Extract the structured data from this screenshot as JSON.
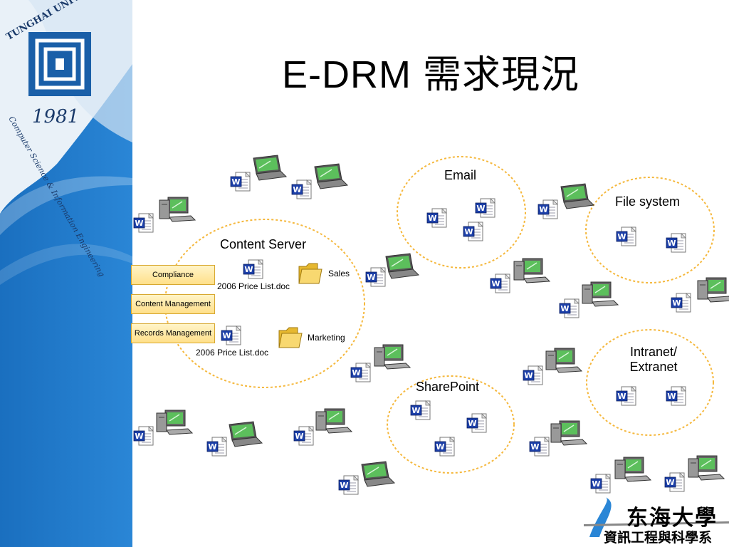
{
  "slide": {
    "title": "E-DRM 需求現況",
    "university": {
      "name": "TUNGHAI UNIVERSITY",
      "year": "1981",
      "department": "Computer Science & Information Engineering"
    },
    "bottom_logo": {
      "line1": "东海大學",
      "line2": "資訊工程與科學系"
    }
  },
  "zones": {
    "content_server": "Content Server",
    "email": "Email",
    "file_system": "File system",
    "intranet": [
      "Intranet/",
      "Extranet"
    ],
    "sharepoint": "SharePoint"
  },
  "content_server_items": {
    "doc1": "2006 Price List.doc",
    "doc2": "2006 Price List.doc",
    "folder1": "Sales",
    "folder2": "Marketing"
  },
  "side_boxes": [
    "Compliance",
    "Content Management",
    "Records Management"
  ],
  "colors": {
    "sidebar_blue": "#1f77c8",
    "zone_outline": "#f5b83d",
    "word_blue": "#1c3fa8",
    "laptop_green": "#5cbf5c"
  }
}
